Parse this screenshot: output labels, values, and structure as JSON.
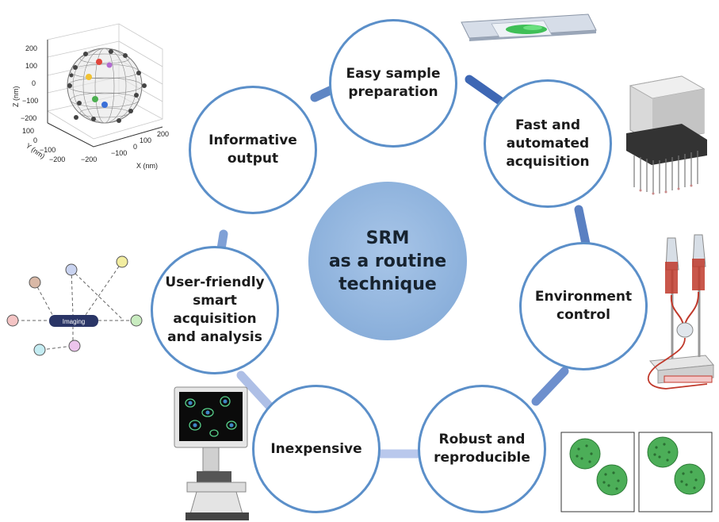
{
  "center": {
    "title": "SRM\nas a routine\ntechnique"
  },
  "nodes": [
    {
      "id": "easy",
      "label": "Easy sample\npreparation"
    },
    {
      "id": "fast",
      "label": "Fast and\nautomated\nacquisition"
    },
    {
      "id": "env",
      "label": "Environment\ncontrol"
    },
    {
      "id": "robust",
      "label": "Robust and\nreproducible"
    },
    {
      "id": "inexp",
      "label": "Inexpensive"
    },
    {
      "id": "user",
      "label": "User-friendly\nsmart\nacquisition\nand analysis"
    },
    {
      "id": "info",
      "label": "Informative\noutput"
    }
  ],
  "sphere_plot": {
    "zlabel": "Z (nm)",
    "ylabel": "Y (nm)",
    "xlabel": "X (nm)",
    "z_ticks": [
      "200",
      "100",
      "0",
      "−100",
      "−200"
    ],
    "y_ticks": [
      "100",
      "0",
      "−100",
      "−200"
    ],
    "x_ticks": [
      "−200",
      "−100",
      "0",
      "100",
      "200"
    ]
  },
  "network": {
    "hub_label": "Imaging"
  },
  "colors": {
    "ring": "#6a8fca",
    "node_border": "#5b8fc9",
    "center": "#8fb3dd"
  }
}
